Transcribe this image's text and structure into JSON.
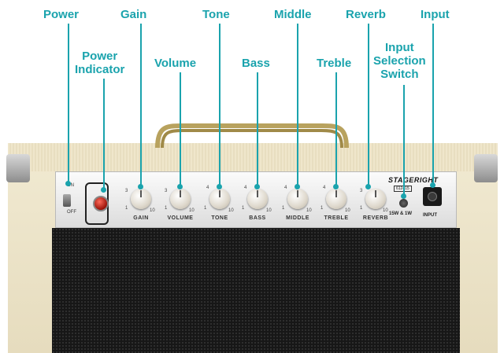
{
  "callouts": {
    "power": "Power",
    "gain": "Gain",
    "tone": "Tone",
    "middle": "Middle",
    "reverb": "Reverb",
    "input": "Input",
    "power_indicator_1": "Power",
    "power_indicator_2": "Indicator",
    "volume": "Volume",
    "bass": "Bass",
    "treble": "Treble",
    "input_sel_1": "Input",
    "input_sel_2": "Selection",
    "input_sel_3": "Switch"
  },
  "panel": {
    "switch_on": "ON",
    "switch_off": "OFF",
    "knobs": [
      "GAIN",
      "VOLUME",
      "TONE",
      "BASS",
      "MIDDLE",
      "TREBLE",
      "REVERB"
    ],
    "tick_low": "1",
    "tick_mid_left": "3",
    "tick_mid": "4",
    "tick_high": "10",
    "brand": "STAGERIGHT",
    "model": "612415",
    "selector_text": "15W & 1W",
    "input_label": "INPUT"
  },
  "colors": {
    "callout": "#1aa3ad",
    "tolex": "#efe6cb",
    "grille": "#171717",
    "handle": "#b8a25e"
  }
}
